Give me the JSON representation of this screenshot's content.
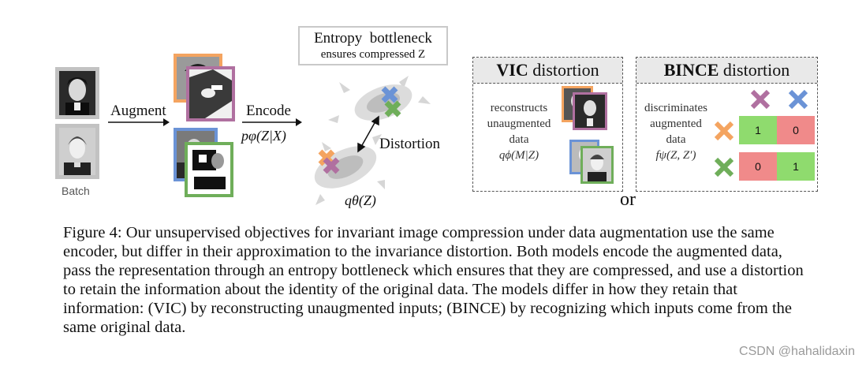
{
  "figure": {
    "batch_label": "Batch",
    "augment_label": "Augment",
    "encode_label": "Encode",
    "encoder_formula": "pφ(Z|X)",
    "bottleneck_title": "Entropy  bottleneck",
    "bottleneck_sub": "ensures compressed Z",
    "distortion_label": "Distortion",
    "prior_formula": "qθ(Z)",
    "or_label": "or",
    "vic": {
      "title_bold": "VIC",
      "title_rest": " distortion",
      "line1": "reconstructs",
      "line2": "unaugmented",
      "line3": "data",
      "formula": "qϕ(M|Z)"
    },
    "bince": {
      "title_bold": "BINCE",
      "title_rest": " distortion",
      "line1": "discriminates",
      "line2": "augmented",
      "line3": "data",
      "formula": "fψ(Z, Z′)",
      "matrix": [
        [
          "1",
          "0"
        ],
        [
          "0",
          "1"
        ]
      ]
    },
    "colors": {
      "orange": "#f4a460",
      "purple": "#b070a0",
      "blue": "#6b93d6",
      "green": "#6fae5a",
      "cell_green": "#8fdb6e",
      "cell_red": "#f08a8a",
      "gray": "#c7c7c7"
    }
  },
  "caption": {
    "figure_label": "Figure 4:",
    "text": "Our unsupervised objectives for invariant image compression under data augmentation use the same encoder, but differ in their approximation to the invariance distortion. Both models encode the augmented data, pass the representation through an entropy bottleneck which ensures that they are compressed, and use a distortion to retain the information about the identity of the original data. The models differ in how they retain that information: (VIC) by reconstructing unaugmented inputs; (BINCE) by recognizing which inputs come from the same original data."
  },
  "watermark": "CSDN @hahalidaxin"
}
